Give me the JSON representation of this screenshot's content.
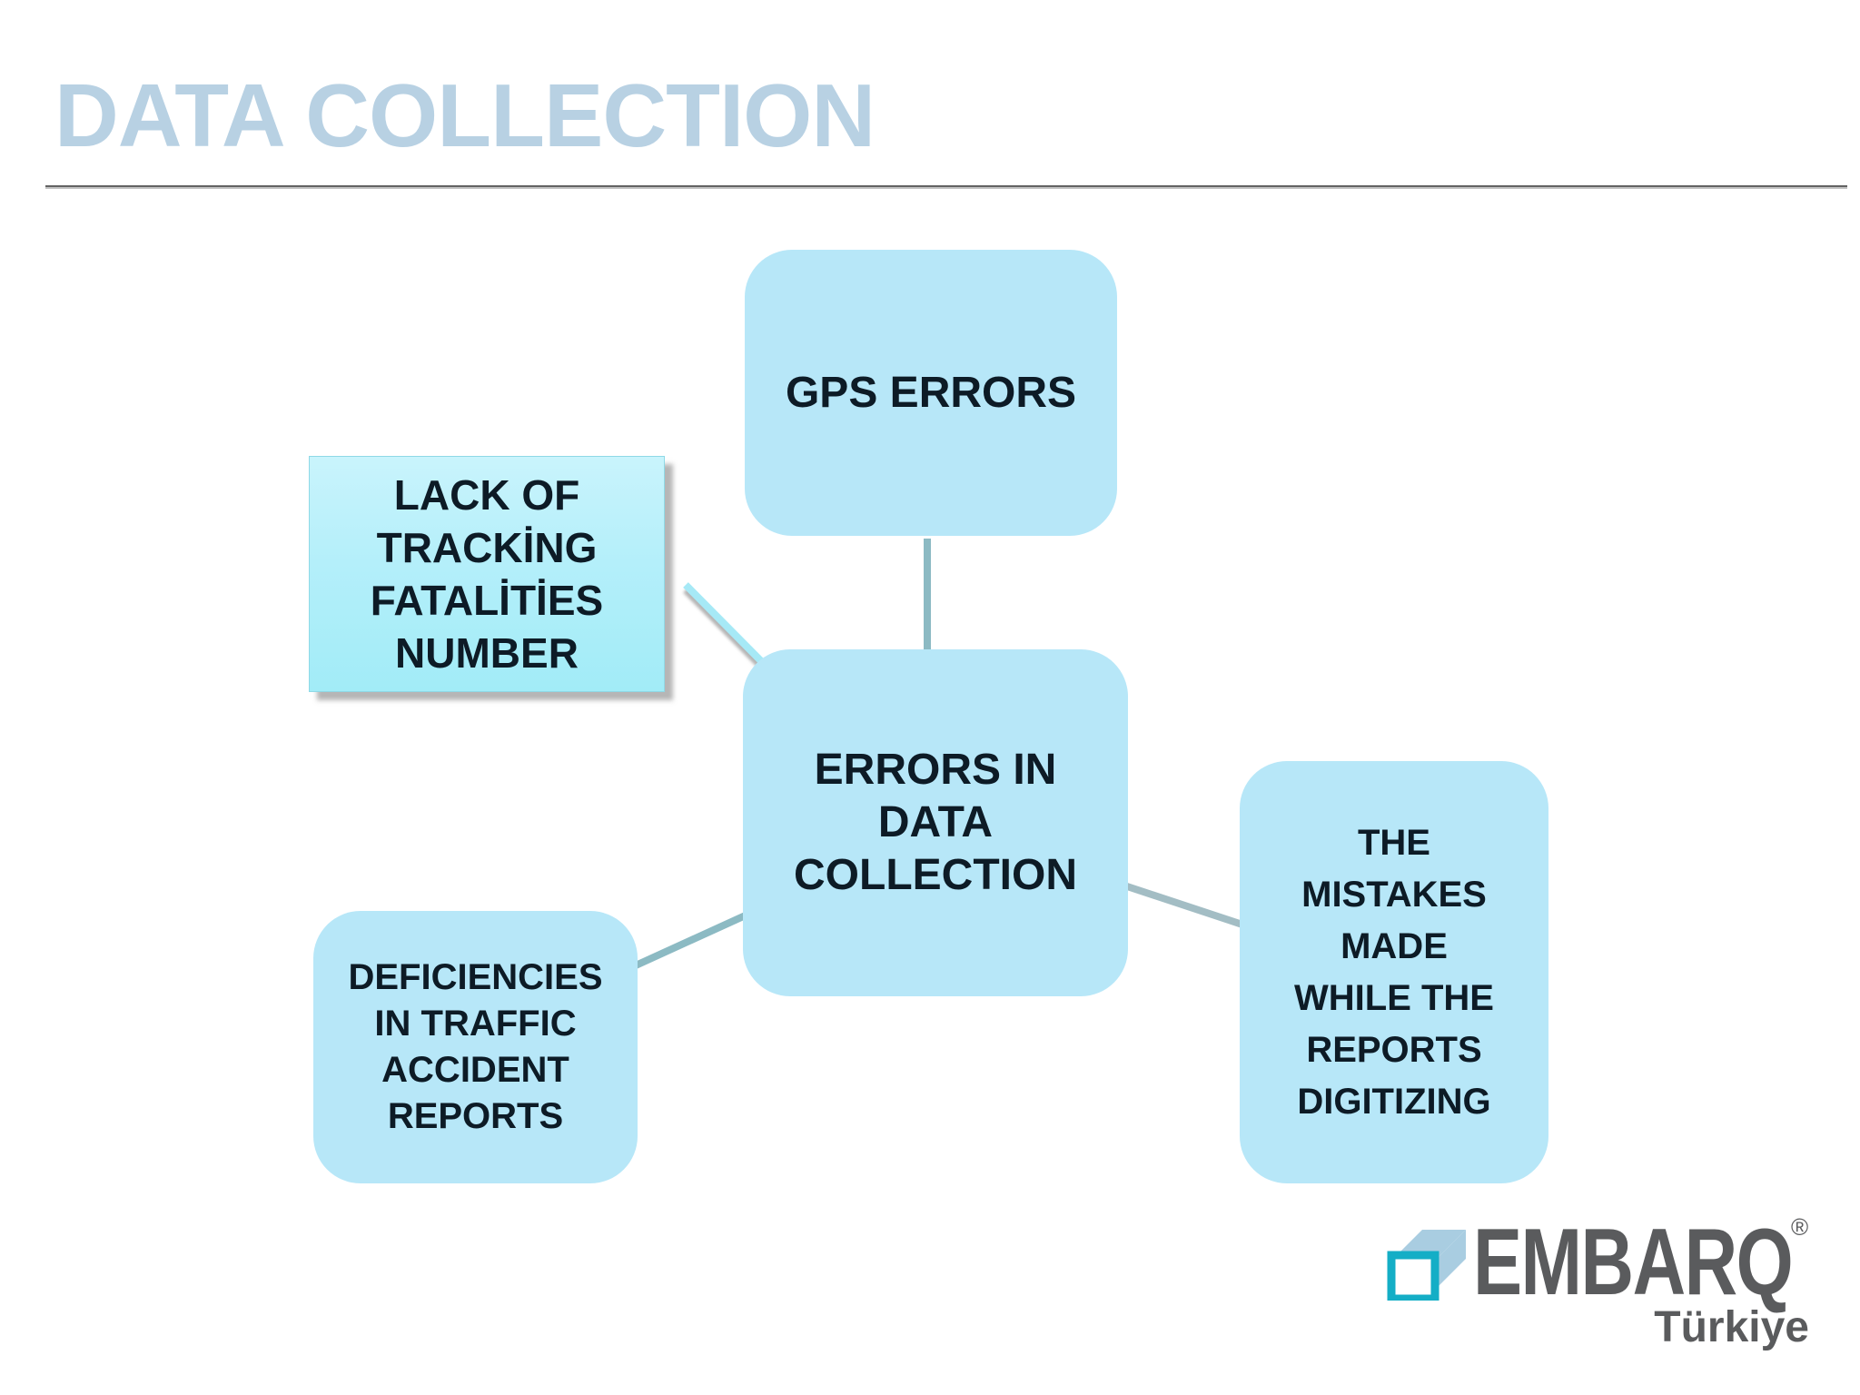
{
  "slide": {
    "title": "DATA COLLECTION"
  },
  "diagram": {
    "type": "radial",
    "nodes": {
      "center": {
        "label": "ERRORS IN\nDATA\nCOLLECTION"
      },
      "top": {
        "label": "GPS ERRORS"
      },
      "left_callout": {
        "label": "LACK OF\nTRACKİNG\nFATALİTİES\nNUMBER"
      },
      "bottom_left": {
        "label": "DEFICIENCIES\nIN TRAFFIC\nACCIDENT\nREPORTS"
      },
      "right": {
        "label": "THE\nMISTAKES\nMADE\nWHILE THE\nREPORTS\nDIGITIZING"
      }
    },
    "connections": [
      "top-to-center",
      "left-callout-to-center",
      "bottom-left-to-center",
      "center-to-right"
    ]
  },
  "logo": {
    "brand": "EMBARQ",
    "registered_mark": "®",
    "region": "Türkiye"
  },
  "colors": {
    "title_text": "#b8d1e3",
    "node_fill": "#b7e7f8",
    "callout_fill_top": "#c9f4fc",
    "callout_fill_bottom": "#a2ecf7",
    "node_text": "#0d1b26",
    "connector": "#8cbac3",
    "connector_callout": "#a6e9f6",
    "rule": "#636363",
    "logo_gray": "#5a5b5d",
    "logo_teal": "#14aec6",
    "logo_light_blue": "#a9cde1"
  }
}
